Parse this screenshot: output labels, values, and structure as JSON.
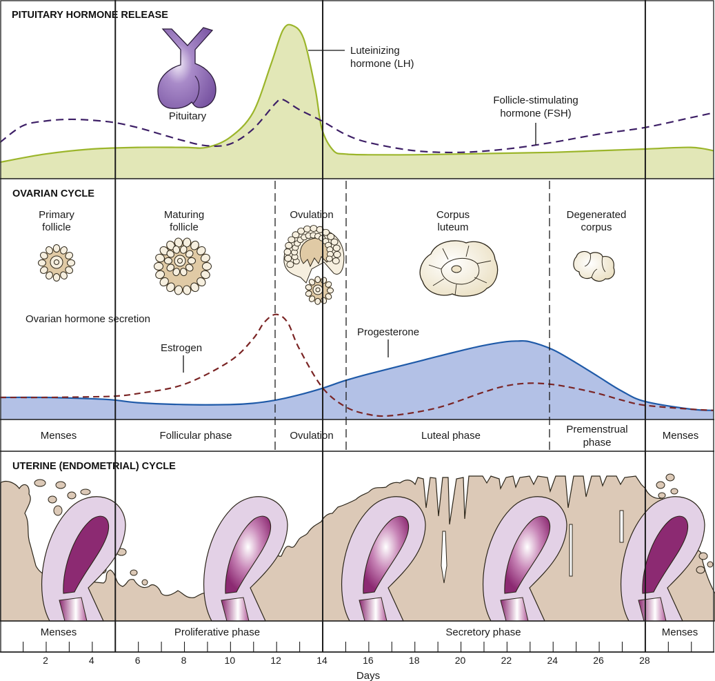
{
  "figure": {
    "sections": {
      "pituitary": {
        "title": "PITUITARY HORMONE RELEASE",
        "gland_label": "Pituitary"
      },
      "ovarian": {
        "title": "OVARIAN CYCLE",
        "stages": [
          {
            "line1": "Primary",
            "line2": "follicle"
          },
          {
            "line1": "Maturing",
            "line2": "follicle"
          },
          {
            "line1": "Ovulation",
            "line2": ""
          },
          {
            "line1": "Corpus",
            "line2": "luteum"
          },
          {
            "line1": "Degenerated",
            "line2": "corpus"
          }
        ],
        "secretion_label": "Ovarian hormone secretion"
      },
      "uterine": {
        "title": "UTERINE (ENDOMETRIAL) CYCLE"
      }
    },
    "annotations": {
      "lh": {
        "line1": "Luteinizing",
        "line2": "hormone (LH)"
      },
      "fsh": {
        "line1": "Follicle-stimulating",
        "line2": "hormone (FSH)"
      },
      "estrogen": "Estrogen",
      "progesterone": "Progesterone"
    },
    "ovarian_phases": [
      {
        "line1": "Menses",
        "line2": ""
      },
      {
        "line1": "Follicular phase",
        "line2": ""
      },
      {
        "line1": "Ovulation",
        "line2": ""
      },
      {
        "line1": "Luteal phase",
        "line2": ""
      },
      {
        "line1": "Premenstrual",
        "line2": "phase"
      },
      {
        "line1": "Menses",
        "line2": ""
      }
    ],
    "uterine_phases": [
      "Menses",
      "Proliferative phase",
      "Secretory phase",
      "Menses"
    ],
    "colors": {
      "lh_line": "#9bb52a",
      "lh_fill": "#e2e7b7",
      "fsh_line": "#3d1f66",
      "estrogen_line": "#7a2424",
      "progesterone_line": "#1f5aa8",
      "progesterone_fill": "#b3c1e6",
      "endometrium": "#dcc9b7",
      "uterus_wall": "#e3d1e6",
      "uterus_cavity": "#8c2a72",
      "pituitary": "#8a66b0",
      "follicle": "#f6efdf",
      "follicle_antrum": "#e0caa5"
    }
  },
  "chart_data": {
    "type": "line",
    "title": "Menstrual cycle: hormone levels and phases",
    "xlabel": "Days",
    "ylabel": "",
    "xlim": [
      0,
      31
    ],
    "x_ticks": [
      2,
      4,
      6,
      8,
      10,
      12,
      14,
      16,
      18,
      20,
      22,
      24,
      26,
      28
    ],
    "phase_boundaries_days": {
      "solid": [
        5,
        14,
        28
      ],
      "dashed": [
        12,
        15,
        24
      ]
    },
    "panels": [
      {
        "name": "Pituitary hormone release",
        "ylim": [
          0,
          100
        ],
        "series": [
          {
            "name": "Luteinizing hormone (LH)",
            "style": "solid-filled",
            "x": [
              0,
              2,
              4,
              6,
              8,
              9,
              10,
              11,
              11.8,
              12.3,
              12.7,
              13.2,
              13.7,
              14,
              14.5,
              15,
              16,
              18,
              20,
              22,
              24,
              26,
              28,
              30,
              31
            ],
            "values": [
              10,
              15,
              18,
              19,
              19,
              19,
              25,
              40,
              70,
              90,
              93,
              85,
              55,
              30,
              17,
              15,
              14.5,
              14.5,
              15,
              15.5,
              16,
              17,
              18,
              19,
              17
            ]
          },
          {
            "name": "Follicle-stimulating hormone (FSH)",
            "style": "dashed",
            "x": [
              0,
              1,
              2,
              3,
              4,
              5,
              6,
              7,
              8,
              9,
              10,
              11,
              12,
              12.3,
              13,
              14,
              15,
              16,
              18,
              20,
              22,
              24,
              26,
              28,
              30,
              31
            ],
            "values": [
              22,
              32,
              35,
              36,
              35.5,
              34,
              31,
              27,
              23,
              20,
              21,
              30,
              46,
              48,
              42,
              35,
              27,
              22,
              17,
              16,
              18,
              22,
              27,
              31,
              37,
              40
            ]
          }
        ]
      },
      {
        "name": "Ovarian hormone secretion",
        "ylim": [
          0,
          100
        ],
        "series": [
          {
            "name": "Estrogen",
            "style": "dashed",
            "x": [
              0,
              2,
              4,
              5,
              6,
              8,
              10,
              11,
              11.5,
              12,
              12.5,
              13,
              14,
              15,
              16,
              17,
              19,
              21,
              22,
              23,
              24,
              25,
              26,
              27,
              28,
              30,
              31
            ],
            "values": [
              17,
              17,
              17.5,
              18,
              20,
              27,
              45,
              62,
              75,
              81,
              75,
              55,
              25,
              10,
              4,
              3,
              9,
              21,
              26,
              28,
              27,
              24,
              20,
              15,
              11,
              8,
              7
            ]
          },
          {
            "name": "Progesterone",
            "style": "solid-filled",
            "x": [
              0,
              2,
              4,
              5,
              6,
              8,
              10,
              11,
              12,
              13,
              14,
              15,
              16,
              18,
              20,
              21,
              22,
              22.5,
              23,
              24,
              25,
              26,
              27,
              28,
              30,
              31
            ],
            "values": [
              17,
              17,
              16,
              15,
              13,
              11.5,
              11.5,
              12.5,
              15,
              19,
              24,
              30,
              35,
              44,
              53,
              57,
              60,
              60.5,
              60,
              54,
              44,
              33,
              22,
              14,
              8,
              7
            ]
          }
        ]
      }
    ]
  }
}
